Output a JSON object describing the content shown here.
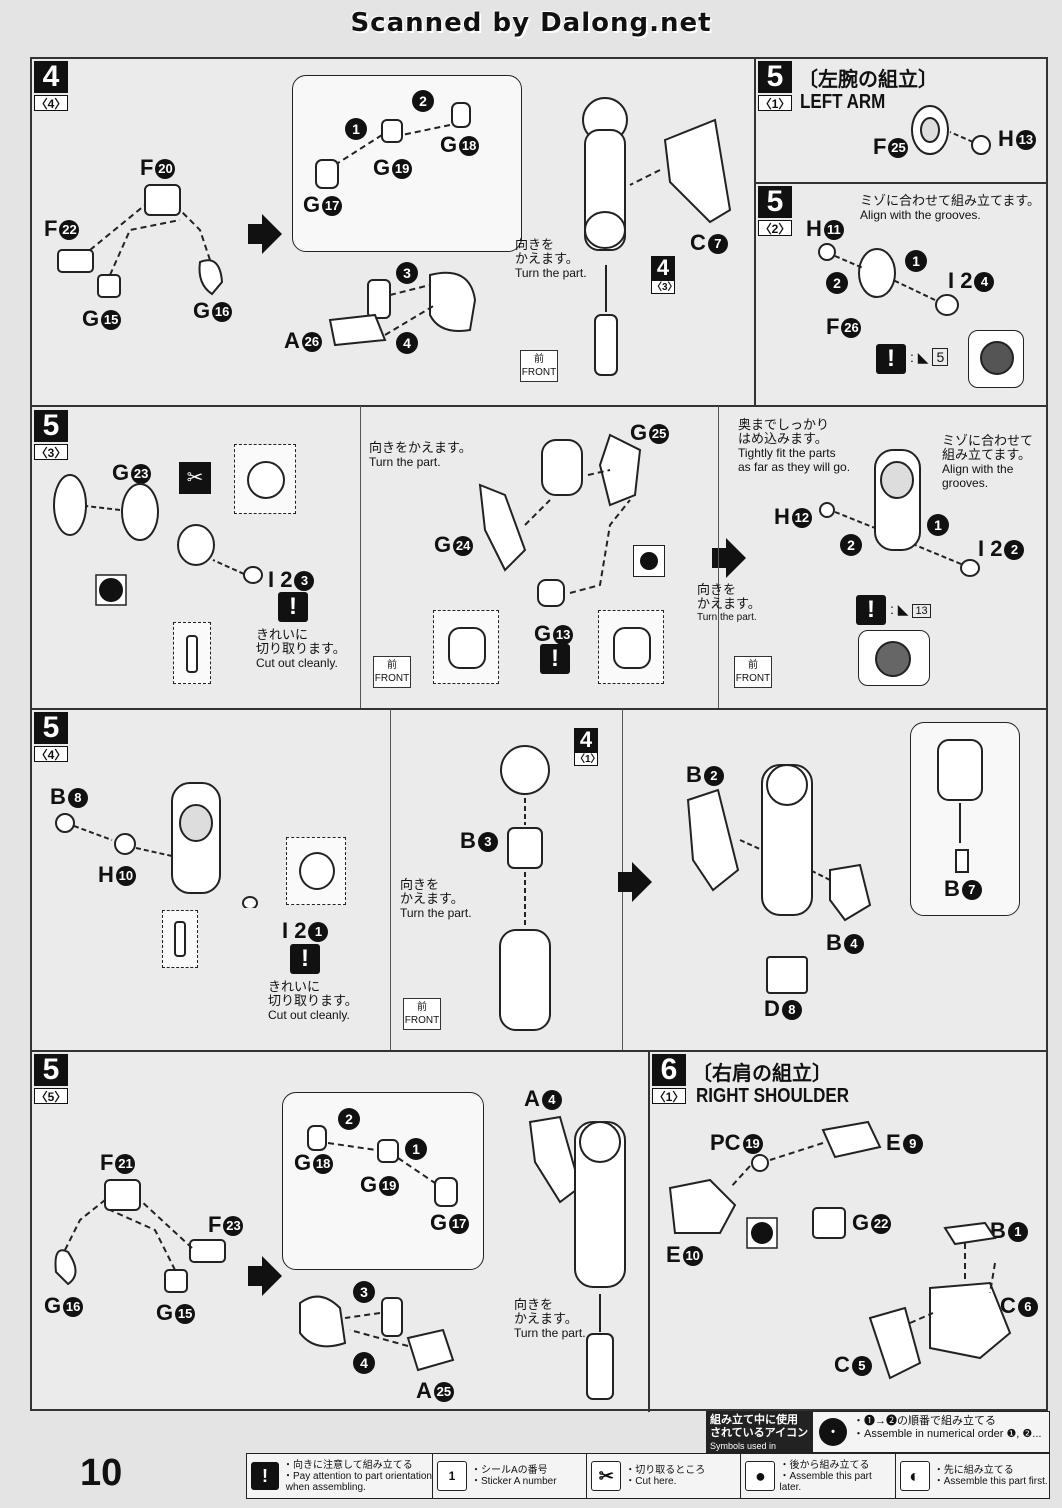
{
  "header": {
    "scan_credit": "Scanned by Dalong.net"
  },
  "page_number": "10",
  "sections": {
    "s4_4": {
      "step": "4",
      "sub": "〈4〉",
      "labels": {
        "F20": "F",
        "F22": "F",
        "G15": "G",
        "G16": "G",
        "G17": "G",
        "G18": "G",
        "G19": "G",
        "A26": "A",
        "C7": "C"
      },
      "nums": {
        "F20": "20",
        "F22": "22",
        "G15": "15",
        "G16": "16",
        "G17": "17",
        "G18": "18",
        "G19": "19",
        "A26": "26",
        "C7": "7"
      },
      "turn_jp": "向きを\nかえます。",
      "turn_en": "Turn the part.",
      "ref_step": "4",
      "ref_sub": "〈3〉",
      "front_jp": "前",
      "front_en": "FRONT"
    },
    "s5_1": {
      "step": "5",
      "sub": "〈1〉",
      "title_jp": "〔左腕の組立〕",
      "title_en": "LEFT ARM",
      "labels": {
        "F25": "F",
        "H13": "H"
      },
      "nums": {
        "F25": "25",
        "H13": "13"
      }
    },
    "s5_2": {
      "step": "5",
      "sub": "〈2〉",
      "note_jp": "ミゾに合わせて組み立てます。",
      "note_en": "Align with the grooves.",
      "labels": {
        "H11": "H",
        "I24": "I 2",
        "F26": "F"
      },
      "nums": {
        "H11": "11",
        "I24": "4",
        "F26": "26"
      },
      "sticker": "5"
    },
    "s5_3": {
      "step": "5",
      "sub": "〈3〉",
      "labels": {
        "G23": "G",
        "G24": "G",
        "G25": "G",
        "G13": "G",
        "I23": "I 2",
        "H12": "H",
        "I22": "I 2"
      },
      "nums": {
        "G23": "23",
        "G24": "24",
        "G25": "25",
        "G13": "13",
        "I23": "3",
        "H12": "12",
        "I22": "2"
      },
      "cut_jp": "きれいに\n切り取ります。",
      "cut_en": "Cut out cleanly.",
      "turn_jp": "向きをかえます。",
      "turn_en": "Turn the part.",
      "turn2_jp": "向きを\nかえます。",
      "turn2_en": "Turn the part.",
      "fit_jp": "奥までしっかり\nはめ込みます。",
      "fit_en": "Tightly fit the parts\nas far as they will go.",
      "groove_jp": "ミゾに合わせて\n組み立てます。",
      "groove_en": "Align with the\ngrooves.",
      "sticker": "13",
      "front_jp": "前",
      "front_en": "FRONT"
    },
    "s5_4": {
      "step": "5",
      "sub": "〈4〉",
      "labels": {
        "B8": "B",
        "H10": "H",
        "I21": "I 2",
        "B3": "B",
        "B2": "B",
        "B4": "B",
        "B7": "B",
        "D8": "D"
      },
      "nums": {
        "B8": "8",
        "H10": "10",
        "I21": "1",
        "B3": "3",
        "B2": "2",
        "B4": "4",
        "B7": "7",
        "D8": "8"
      },
      "cut_jp": "きれいに\n切り取ります。",
      "cut_en": "Cut out cleanly.",
      "turn_jp": "向きを\nかえます。",
      "turn_en": "Turn the part.",
      "ref_step": "4",
      "ref_sub": "〈1〉",
      "front_jp": "前",
      "front_en": "FRONT"
    },
    "s5_5": {
      "step": "5",
      "sub": "〈5〉",
      "labels": {
        "F21": "F",
        "F23": "F",
        "G16": "G",
        "G15": "G",
        "G18": "G",
        "G19": "G",
        "G17": "G",
        "A25": "A",
        "A4": "A"
      },
      "nums": {
        "F21": "21",
        "F23": "23",
        "G16": "16",
        "G15": "15",
        "G18": "18",
        "G19": "19",
        "G17": "17",
        "A25": "25",
        "A4": "4"
      },
      "turn_jp": "向きを\nかえます。",
      "turn_en": "Turn the part."
    },
    "s6_1": {
      "step": "6",
      "sub": "〈1〉",
      "title_jp": "〔右肩の組立〕",
      "title_en": "RIGHT SHOULDER",
      "labels": {
        "PC19": "PC",
        "E9": "E",
        "E10": "E",
        "G22": "G",
        "B1": "B",
        "C6": "C",
        "C5": "C"
      },
      "nums": {
        "PC19": "19",
        "E9": "9",
        "E10": "10",
        "G22": "22",
        "B1": "1",
        "C6": "6",
        "C5": "5"
      }
    }
  },
  "symbols_box": {
    "jp": "組み立て中に使用\nされているアイコン",
    "en": "Symbols used in instructions"
  },
  "order_box": {
    "jp": "・❶→❷の順番で組み立てる",
    "en": "・Assemble in numerical order ❶, ❷..."
  },
  "legend": [
    {
      "icon": "!",
      "jp": "・向きに注意して組み立てる",
      "en": "・Pay attention to part orientation\n when assembling."
    },
    {
      "icon": "1",
      "jp": "・シールAの番号",
      "en": "・Sticker A number"
    },
    {
      "icon": "✂",
      "jp": "・切り取るところ",
      "en": "・Cut here."
    },
    {
      "icon": "●",
      "jp": "・後から組み立てる",
      "en": "・Assemble this part later."
    },
    {
      "icon": "◐",
      "jp": "・先に組み立てる",
      "en": "・Assemble this part first."
    }
  ]
}
